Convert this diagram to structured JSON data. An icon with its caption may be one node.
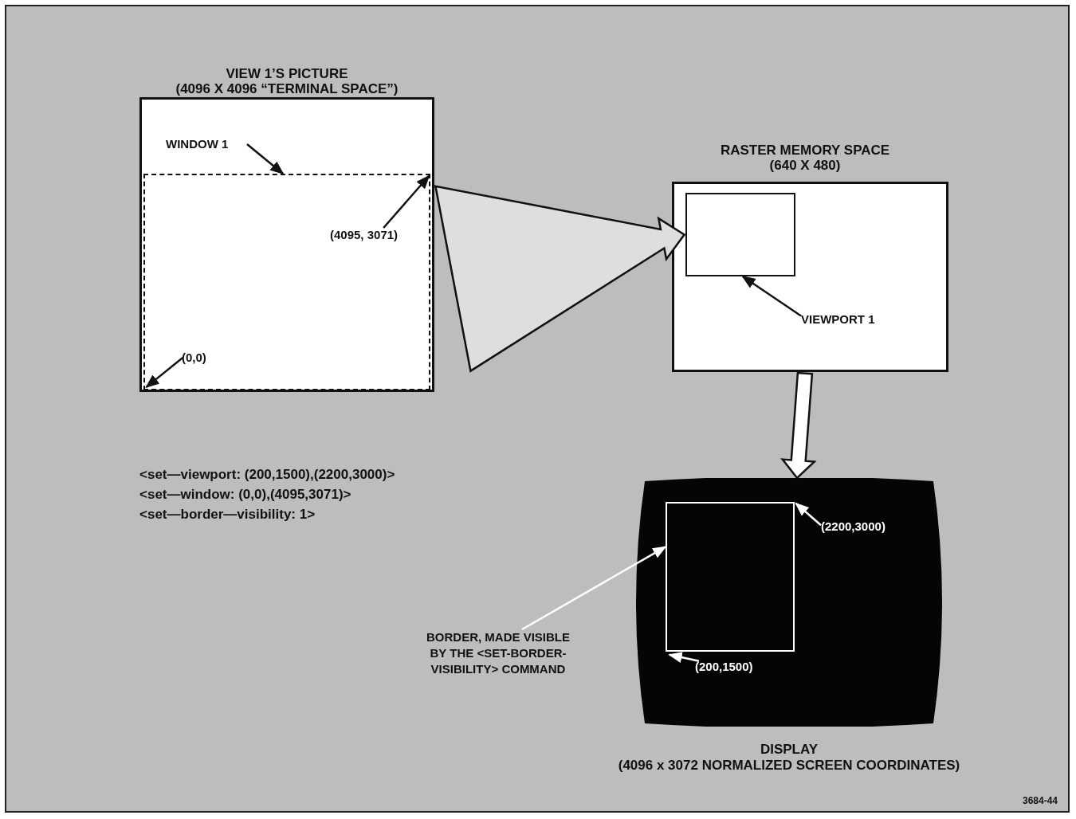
{
  "diagram": {
    "nodes": [
      {
        "text": [
          "VIEW 1’S PICTURE",
          "(4096 X 4096 “TERMINAL SPACE”)"
        ]
      },
      {
        "text": [],
        "shape": "box",
        "in": 0
      },
      {
        "text": [
          "WINDOW 1"
        ],
        "in": 0
      },
      {
        "text": [
          "(4095, 3071)"
        ],
        "in": 1
      },
      {
        "text": [
          "(0,0)"
        ],
        "in": 1
      },
      {
        "text": [
          "RASTER MEMORY SPACE",
          "(640 X 480)"
        ]
      },
      {
        "text": [],
        "shape": "box",
        "in": 5
      },
      {
        "text": [
          "VIEWPORT 1"
        ],
        "in": 5
      },
      {
        "text": [
          "DISPLAY",
          "(4096 x 3072 NORMALIZED SCREEN COORDINATES)"
        ]
      },
      {
        "text": [],
        "shape": "box",
        "in": 8
      },
      {
        "text": [
          "(2200,3000)"
        ],
        "in": 8
      },
      {
        "text": [
          "(200,1500)"
        ],
        "in": 8
      },
      {
        "text": [
          "BORDER, MADE VISIBLE BY THE <SET-BORDER-VISIBILITY> COMMAND"
        ]
      }
    ],
    "edges": [
      {
        "from": 2,
        "to": 1,
        "arrow": "to"
      },
      {
        "from": 3,
        "to": 1,
        "arrow": "to"
      },
      {
        "from": 4,
        "to": 1,
        "arrow": "to"
      },
      {
        "from": 1,
        "to": 6,
        "arrow": "to",
        "style": "thick"
      },
      {
        "from": 5,
        "to": 8,
        "arrow": "to",
        "style": "thick"
      },
      {
        "from": 7,
        "to": 6,
        "arrow": "to"
      },
      {
        "from": 10,
        "to": 9,
        "arrow": "to",
        "color": "#ffffff"
      },
      {
        "from": 11,
        "to": 9,
        "arrow": "to",
        "color": "#ffffff"
      },
      {
        "from": 12,
        "to": 9,
        "arrow": "to",
        "color": "#ffffff"
      }
    ],
    "labels": [
      "<set—viewport: (200,1500),(2200,3000)>",
      "<set—window: (0,0),(4095,3071)>",
      "<set—border—visibility: 1>",
      "3684-44"
    ]
  }
}
